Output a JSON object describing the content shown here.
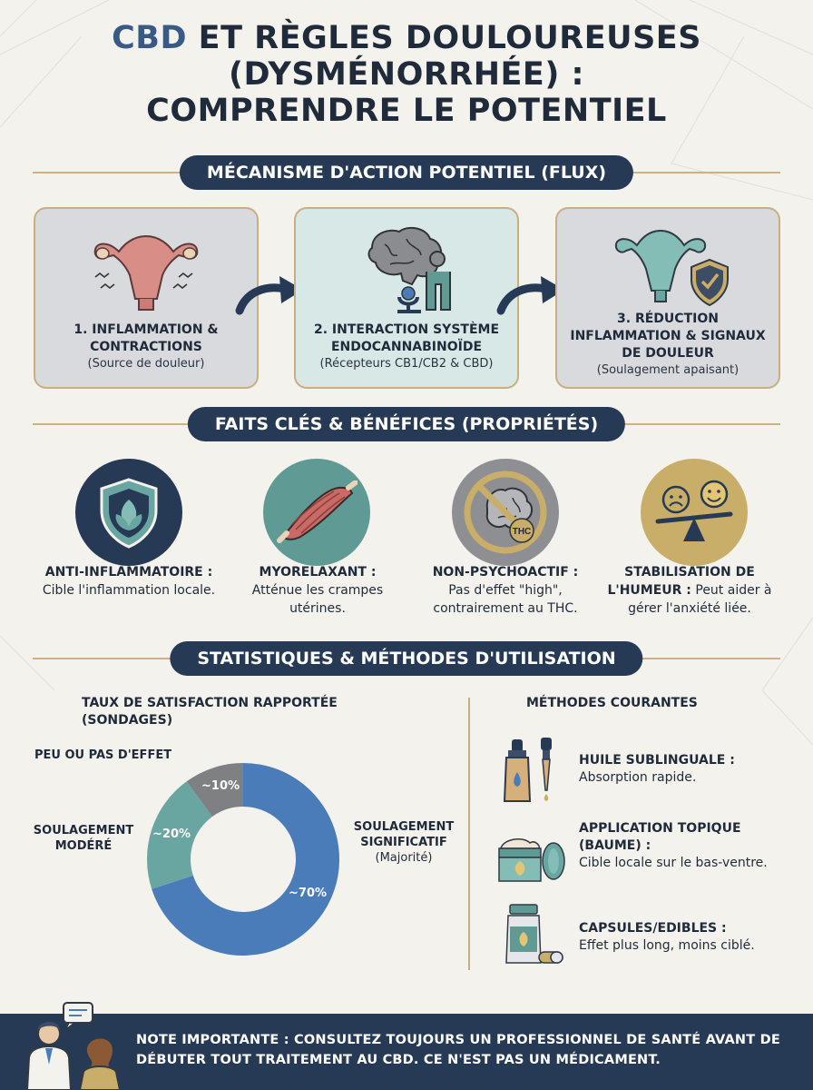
{
  "title": {
    "highlight": "CBD",
    "line1_rest": " ET RÈGLES DOULOUREUSES",
    "line2": "(DYSMÉNORRHÉE) :",
    "line3": "COMPRENDRE LE POTENTIEL"
  },
  "sections": {
    "mechanism": "MÉCANISME D'ACTION POTENTIEL (FLUX)",
    "facts": "FAITS CLÉS & BÉNÉFICES (PROPRIÉTÉS)",
    "stats": "STATISTIQUES & MÉTHODES D'UTILISATION"
  },
  "flow": [
    {
      "title": "1. INFLAMMATION & CONTRACTIONS",
      "sub": "(Source de douleur)",
      "icon": "uterus-pain-icon"
    },
    {
      "title": "2. INTERACTION SYSTÈME ENDOCANNABINOÏDE",
      "sub": "(Récepteurs CB1/CB2 & CBD)",
      "icon": "brain-receptors-icon"
    },
    {
      "title": "3. RÉDUCTION INFLAMMATION & SIGNAUX DE DOULEUR",
      "sub": "(Soulagement apaisant)",
      "icon": "uterus-shield-icon"
    }
  ],
  "facts": [
    {
      "title": "ANTI-INFLAMMATOIRE :",
      "text": "Cible l'inflammation locale.",
      "icon": "shield-leaf-icon",
      "color": "#263a55"
    },
    {
      "title": "MYORELAXANT :",
      "text": "Atténue les crampes utérines.",
      "icon": "muscle-icon",
      "color": "#5f9b94"
    },
    {
      "title": "NON-PSYCHOACTIF :",
      "text": "Pas d'effet \"high\", contrairement au THC.",
      "icon": "no-thc-icon",
      "badge": "THC",
      "color": "#8e8f93"
    },
    {
      "title": "STABILISATION DE L'HUMEUR :",
      "text": "Peut aider à gérer l'anxiété liée.",
      "icon": "mood-balance-icon",
      "color": "#c9ae6a"
    }
  ],
  "stats": {
    "heading": "TAUX DE SATISFACTION RAPPORTÉE (SONDAGES)",
    "slices": [
      {
        "label": "SOULAGEMENT SIGNIFICATIF",
        "note": "(Majorité)",
        "value": 70,
        "pct": "~70%",
        "color": "#4a7cb9"
      },
      {
        "label": "SOULAGEMENT MODÉRÉ",
        "value": 20,
        "pct": "~20%",
        "color": "#6aa6a1"
      },
      {
        "label": "PEU OU PAS D'EFFET",
        "value": 10,
        "pct": "~10%",
        "color": "#7f8083"
      }
    ]
  },
  "methods": {
    "heading": "MÉTHODES COURANTES",
    "items": [
      {
        "title": "HUILE SUBLINGUALE :",
        "text": "Absorption rapide.",
        "icon": "oil-dropper-icon"
      },
      {
        "title": "APPLICATION TOPIQUE (BAUME) :",
        "text": "Cible locale sur le bas-ventre.",
        "icon": "balm-jar-icon"
      },
      {
        "title": "CAPSULES/EDIBLES :",
        "text": "Effet plus long, moins ciblé.",
        "icon": "capsule-bottle-icon"
      }
    ]
  },
  "footer": {
    "text": "NOTE IMPORTANTE : CONSULTEZ TOUJOURS UN PROFESSIONNEL DE SANTÉ AVANT DE DÉBUTER TOUT TRAITEMENT AU CBD. CE N'EST PAS UN MÉDICAMENT.",
    "icon": "doctor-patient-icon"
  }
}
